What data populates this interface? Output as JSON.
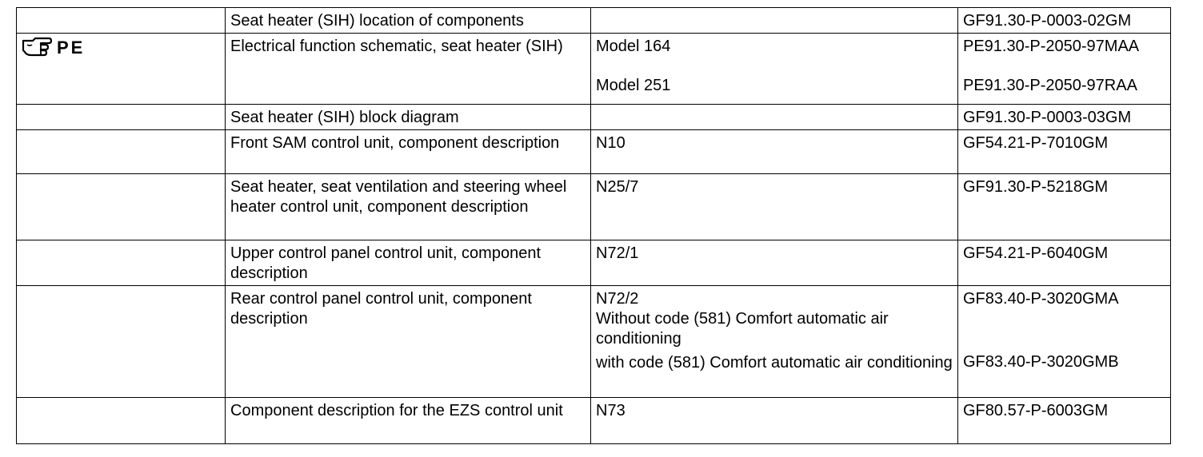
{
  "rows": [
    {
      "tag": "",
      "title": "Seat heater (SIH) location of components",
      "detail": [
        ""
      ],
      "refs": [
        "GF91.30-P-0003-02GM"
      ]
    },
    {
      "tag": "PE",
      "title": "Electrical function schematic, seat heater (SIH)",
      "detail": [
        "Model 164",
        "Model 251"
      ],
      "refs": [
        "PE91.30-P-2050-97MAA",
        "PE91.30-P-2050-97RAA"
      ]
    },
    {
      "tag": "",
      "title": "Seat heater (SIH) block diagram",
      "detail": [
        ""
      ],
      "refs": [
        "GF91.30-P-0003-03GM"
      ]
    },
    {
      "tag": "",
      "title": "Front SAM control unit, component description",
      "detail": [
        "N10"
      ],
      "refs": [
        "GF54.21-P-7010GM"
      ]
    },
    {
      "tag": "",
      "title": "Seat heater, seat ventilation and steering wheel heater control unit, component description",
      "detail": [
        "N25/7"
      ],
      "refs": [
        "GF91.30-P-5218GM"
      ]
    },
    {
      "tag": "",
      "title": "Upper control panel control unit, component description",
      "detail": [
        "N72/1"
      ],
      "refs": [
        "GF54.21-P-6040GM"
      ]
    },
    {
      "tag": "",
      "title": "Rear control panel control unit, component description",
      "detail": [
        "N72/2",
        "Without code (581) Comfort automatic air conditioning",
        "with code (581) Comfort automatic air conditioning"
      ],
      "refs": [
        "GF83.40-P-3020GMA",
        "GF83.40-P-3020GMB"
      ]
    },
    {
      "tag": "",
      "title": "Component description for the EZS control unit",
      "detail": [
        "N73"
      ],
      "refs": [
        "GF80.57-P-6003GM"
      ]
    }
  ],
  "icons": {
    "pe_marker": "pointing-hand-icon"
  }
}
